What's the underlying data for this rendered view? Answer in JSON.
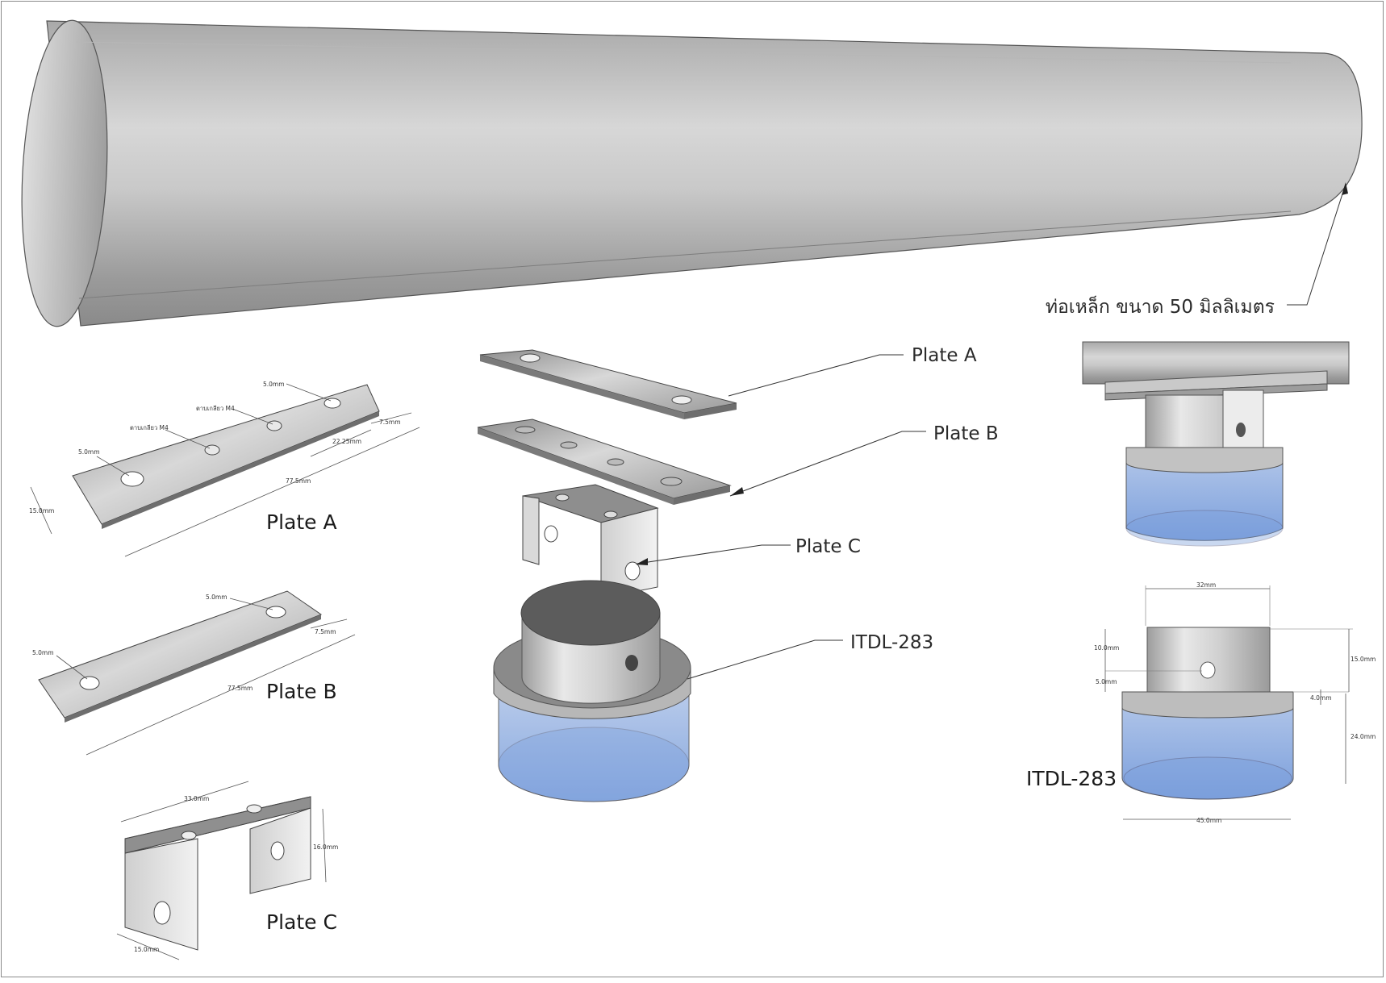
{
  "pipe": {
    "label": "ท่อเหล็ก ขนาด 50 มิลลิเมตร"
  },
  "exploded": {
    "plate_a": "Plate A",
    "plate_b": "Plate B",
    "plate_c": "Plate C",
    "base": "ITDL-283"
  },
  "plate_a_detail": {
    "title": "Plate A",
    "dims": {
      "hole_left": "5.0mm",
      "hole_right": "5.0mm",
      "thread_1": "ตาบเกลียว M4",
      "thread_2": "ตาบเกลียว M4",
      "edge": "7.5mm",
      "spacing": "22.25mm",
      "length": "77.5mm",
      "width": "15.0mm"
    }
  },
  "plate_b_detail": {
    "title": "Plate B",
    "dims": {
      "hole_left": "5.0mm",
      "hole_right": "5.0mm",
      "edge": "7.5mm",
      "length": "77.5mm"
    }
  },
  "plate_c_detail": {
    "title": "Plate C",
    "dims": {
      "width": "33.0mm",
      "height": "16.0mm",
      "depth": "15.0mm"
    }
  },
  "base_detail": {
    "title": "ITDL-283",
    "dims": {
      "top_width": "32mm",
      "hole_offset": "10.0mm",
      "hole_dia": "5.0mm",
      "post_height": "15.0mm",
      "flange": "4.0mm",
      "cup_height": "24.0mm",
      "bottom_width": "45.0mm"
    }
  },
  "colors": {
    "steel_light": "#e6e6e6",
    "steel_dark": "#8f8f8f",
    "cup_blue": "#7fa6e0",
    "text": "#1a1a1a"
  }
}
